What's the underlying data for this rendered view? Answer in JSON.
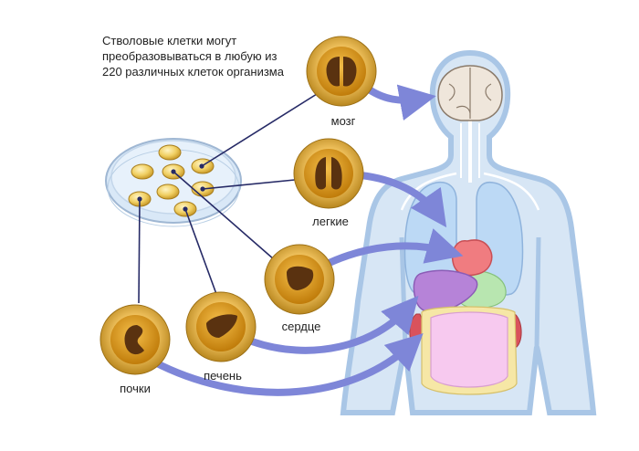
{
  "caption": {
    "lines": [
      "Стволовые клетки могут",
      "преобразовываться в любую из",
      "220 различных клеток организма"
    ]
  },
  "labels": {
    "brain": "мозг",
    "lungs": "легкие",
    "heart": "сердце",
    "liver": "печень",
    "kidneys": "почки"
  },
  "colors": {
    "cell_gold": "#e6b34a",
    "cell_inner": "#c8860f",
    "organ_brown": "#5a3210",
    "body_fill": "#cfe0f2",
    "body_outline": "#a9c6e6",
    "lung_blue": "#bcd9f5",
    "heart_red": "#f07c80",
    "liver_purple": "#b683d8",
    "stomach_green": "#b8e6b0",
    "intestine_pink": "#f7c9ef",
    "intestine_yellow": "#f6e7a6",
    "arrow_blue": "#7e86d8",
    "line_navy": "#262a66",
    "dish_blue": "#dbeaf8"
  }
}
